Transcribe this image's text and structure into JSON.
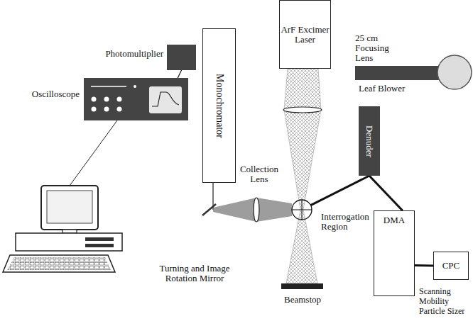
{
  "diagram": {
    "nodes": [
      {
        "text": [
          "ArF Excimer Laser"
        ]
      },
      {
        "text": [
          "Monochromator"
        ]
      },
      {
        "text": [
          "Photomultiplier"
        ]
      },
      {
        "text": [
          "Oscilloscope"
        ]
      },
      {
        "text": [
          "Denuder"
        ]
      },
      {
        "text": [
          "Interrogation Region"
        ]
      },
      {
        "text": [
          "DMA"
        ]
      },
      {
        "text": [
          "CPC"
        ]
      }
    ],
    "edges": [
      {
        "from": 4,
        "to": 5,
        "arrow": "none"
      },
      {
        "from": 4,
        "to": 6,
        "arrow": "none"
      },
      {
        "from": 6,
        "to": 7,
        "arrow": "none"
      },
      {
        "from": 2,
        "to": 3,
        "arrow": "none"
      }
    ],
    "labels": [
      "25 cm Focusing Lens",
      "Leaf Blower",
      "Collection Lens",
      "Turning and Image Rotation Mirror",
      "Beamstop",
      "Scanning Mobility Particle Sizer"
    ]
  }
}
